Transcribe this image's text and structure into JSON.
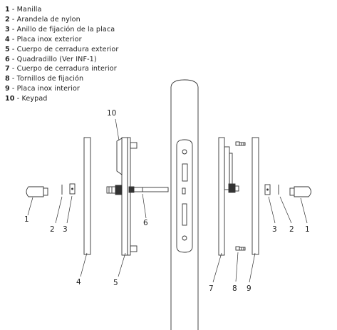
{
  "legend": [
    {
      "num": "1",
      "text": "Manilla"
    },
    {
      "num": "2",
      "text": "Arandela de nylon"
    },
    {
      "num": "3",
      "text": "Anillo de fijación de la placa"
    },
    {
      "num": "4",
      "text": "Placa inox exterior"
    },
    {
      "num": "5",
      "text": "Cuerpo de cerradura exterior"
    },
    {
      "num": "6",
      "text": "Quadradillo (Ver INF-1)"
    },
    {
      "num": "7",
      "text": "Cuerpo de cerradura interior"
    },
    {
      "num": "8",
      "text": "Tornillos de fijación"
    },
    {
      "num": "9",
      "text": "Placa inox interior"
    },
    {
      "num": "10",
      "text": "Keypad"
    }
  ],
  "callouts": {
    "c10": "10",
    "c1_left": "1",
    "c2_left": "2",
    "c3_left": "3",
    "c4": "4",
    "c5": "5",
    "c6": "6",
    "c7": "7",
    "c8": "8",
    "c9": "9",
    "c3_right": "3",
    "c2_right": "2",
    "c1_right": "1"
  }
}
